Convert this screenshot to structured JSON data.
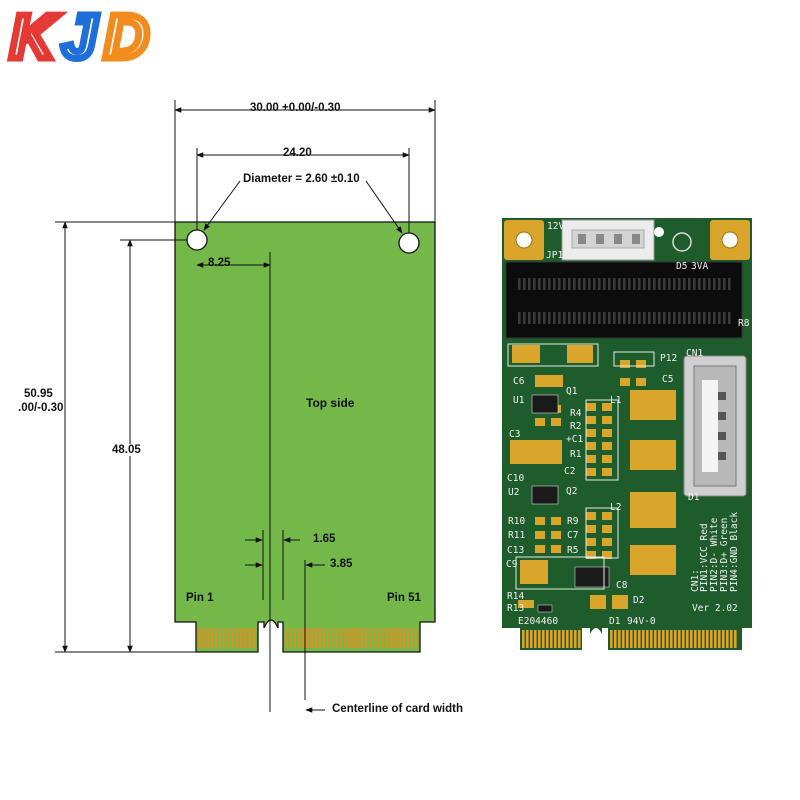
{
  "logo": {
    "text": "KJD",
    "colors": [
      "#e53935",
      "#1e6fd9",
      "#f28c1e"
    ]
  },
  "drawing": {
    "card_color": "#74b84a",
    "top_width": "30.00 +0.00/-0.30",
    "hole_spacing": "24.20",
    "hole_diameter": "Diameter = 2.60 ±0.10",
    "hole_offset": "8.25",
    "height_line1": "50.95",
    "height_line2": ".00/-0.30",
    "inner_height": "48.05",
    "face": "Top side",
    "dim_small1": "1.65",
    "dim_small2": "3.85",
    "pin_left": "Pin 1",
    "pin_right": "Pin 51",
    "centerline": "Centerline of card width"
  },
  "pcb": {
    "board_color": "#1e5c2c",
    "labels": {
      "j12v": "12V",
      "jp1": "JP1",
      "d5": "D5",
      "v3a": "3VA",
      "cn1": "CN1",
      "r8": "R8",
      "p12": "P12",
      "c6": "C6",
      "c5": "C5",
      "q1": "Q1",
      "u1": "U1",
      "l1": "L1",
      "r4": "R4",
      "r2": "R2",
      "c1": "+C1",
      "c3": "C3",
      "r1": "R1",
      "c2": "C2",
      "c10": "C10",
      "q2": "Q2",
      "u2": "U2",
      "l2": "L2",
      "d1": "D1",
      "r10": "R10",
      "r9": "R9",
      "r11": "R11",
      "c7": "C7",
      "c13": "C13",
      "r5": "R5",
      "c9": "C9",
      "c8": "C8",
      "r14": "R14",
      "d2": "D2",
      "r13": "R13",
      "e204460": "E204460",
      "d1b": "D1",
      "v94": "94V-0",
      "ver": "Ver 2.02"
    },
    "pinout": [
      "CN1:",
      "PIN1:VCC Red",
      "PIN2:D- White",
      "PIN3:D+ Green",
      "PIN4:GND Black"
    ]
  }
}
